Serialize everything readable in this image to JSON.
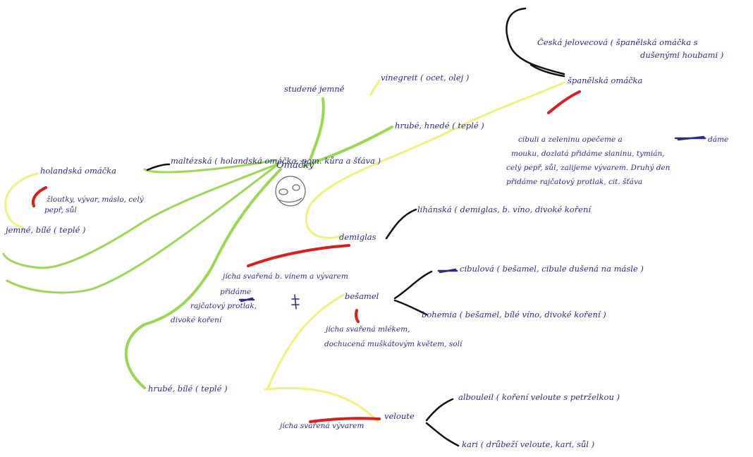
{
  "colors": {
    "ink": "#2b2a86",
    "green": "#9ad84f",
    "yellow": "#f1f27a",
    "red": "#dd1c1c",
    "black": "#111111"
  },
  "labels": {
    "center": "Omáčky",
    "studeni_jemne": "studené jemné",
    "vinegreit": "vinegreit ( ocet, olej )",
    "hrube_hnede": "hrubé, hnedé ( teplé )",
    "ceska_jelovecova": "Česká jelovecová ( španělská omáčka s",
    "ceska_jelovecova_2": "dušenými houbami )",
    "spanelska": "španělská omáčka",
    "spanelska_desc_1": "cibuli a zeleninu opečeme a",
    "spanelska_desc_2": "mouku, dozlatá přidáme slaninu, tymián,",
    "spanelska_desc_3": "celý pepř, sůl, zalijeme vývarem. Druhý den",
    "spanelska_desc_4": "přidáme rajčatový protlak, cit. šťáva",
    "spanelska_desc_tail": "dáme",
    "maltezska": "maltézská ( holandská omáčka, pom. kůra a šťáva )",
    "holandska": "holandská omáčka",
    "holandska_desc_1": "žloutky, vývar, máslo, celý",
    "holandska_desc_2": "pepř, sůl",
    "jemne_bile": "jemné, bílé ( teplé )",
    "demiglas": "demiglas",
    "lihanska": "lihánská ( demiglas, b. víno, divoké koření",
    "demiglas_desc_1": "jícha svařená b. vínem a vývarem",
    "demiglas_desc_2": "přidáme",
    "demiglas_desc_3": "rajčatový protlak,",
    "demiglas_desc_4": "divoké koření",
    "besamel": "bešamel",
    "cibulova": "cibulová ( bešamel, cibule dušená na másle )",
    "bohemia": "bohemia ( bešamel, bílé víno, divoké koření )",
    "besamel_desc_1": "jícha svařená mlékem,",
    "besamel_desc_2": "dochucená muškátovým květem, solí",
    "hrube_bile": "hrubé, bílé ( teplé )",
    "veloute": "veloute",
    "veloute_desc": "jícha svařená vývarem",
    "albouleil": "albouleil ( koření veloute s petrželkou )",
    "kari": "kari ( drůbeží veloute, kari, sůl )"
  }
}
